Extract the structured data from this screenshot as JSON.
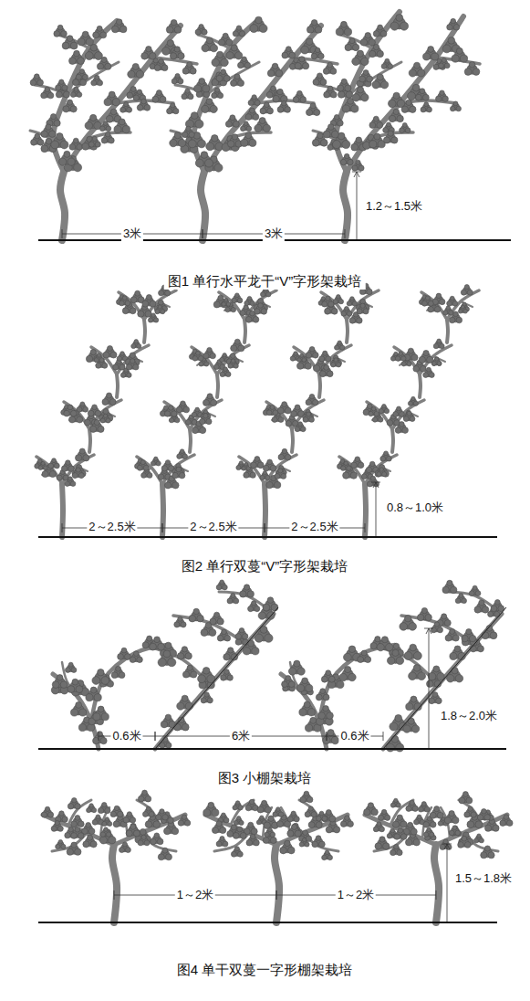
{
  "diagram": {
    "labels": [
      "3米",
      "3米",
      "1.2～1.5米",
      "图1  单行水平龙干“V”字形架栽培",
      "2～2.5米",
      "2～2.5米",
      "2～2.5米",
      "0.8～1.0米",
      "图2  单行双蔓“V”字形架栽培",
      "0.6米",
      "6米",
      "0.6米",
      "1.8～2.0米",
      "图3  小棚架栽培",
      "1.5～1.8米",
      "1～2米",
      "1～2米",
      "图4  单干双蔓一字形棚架栽培"
    ]
  }
}
